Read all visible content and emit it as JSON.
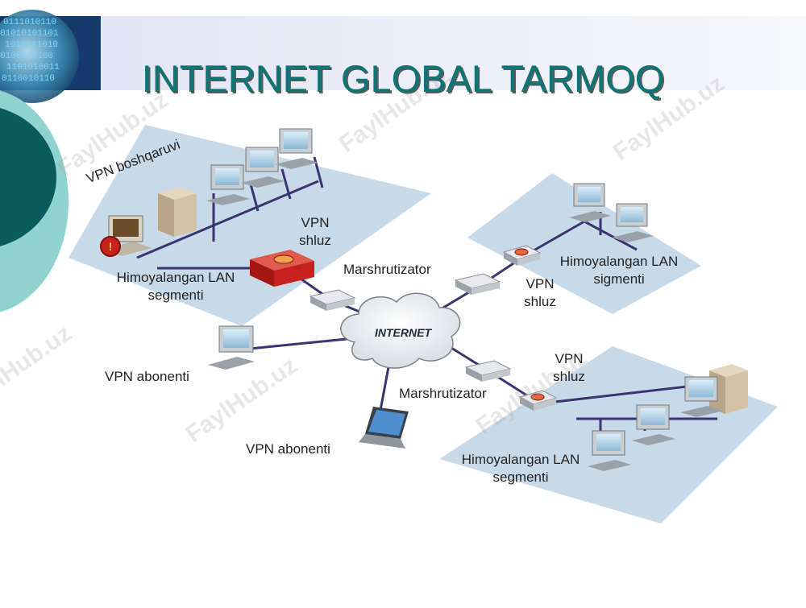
{
  "title": "INTERNET GLOBAL TARMOQ",
  "watermark": "FaylHub.uz",
  "cloud_label": "INTERNET",
  "labels": {
    "vpn_management": "VPN boshqaruvi",
    "vpn_gateway_left_1": "VPN",
    "vpn_gateway_left_2": "shluz",
    "lan_left_1": "Himoyalangan LAN",
    "lan_left_2": "segmenti",
    "router_top": "Marshrutizator",
    "vpn_gateway_right_1": "VPN",
    "vpn_gateway_right_2": "shluz",
    "lan_right_1": "Himoyalangan LAN",
    "lan_right_2": "sigmenti",
    "vpn_client_1": "VPN abonenti",
    "router_bottom": "Marshrutizator",
    "vpn_gateway_bottom_1": "VPN",
    "vpn_gateway_bottom_2": "shluz",
    "vpn_client_2": "VPN abonenti",
    "lan_bottom_1": "Himoyalangan LAN",
    "lan_bottom_2": "segmenti"
  },
  "colors": {
    "title": "#0e7574",
    "zone": "#c8d9e8",
    "link": "#3b3470",
    "firewall": "#c8201c",
    "teal_dark": "#0a5c5b",
    "teal_light": "#8fd3cf"
  }
}
